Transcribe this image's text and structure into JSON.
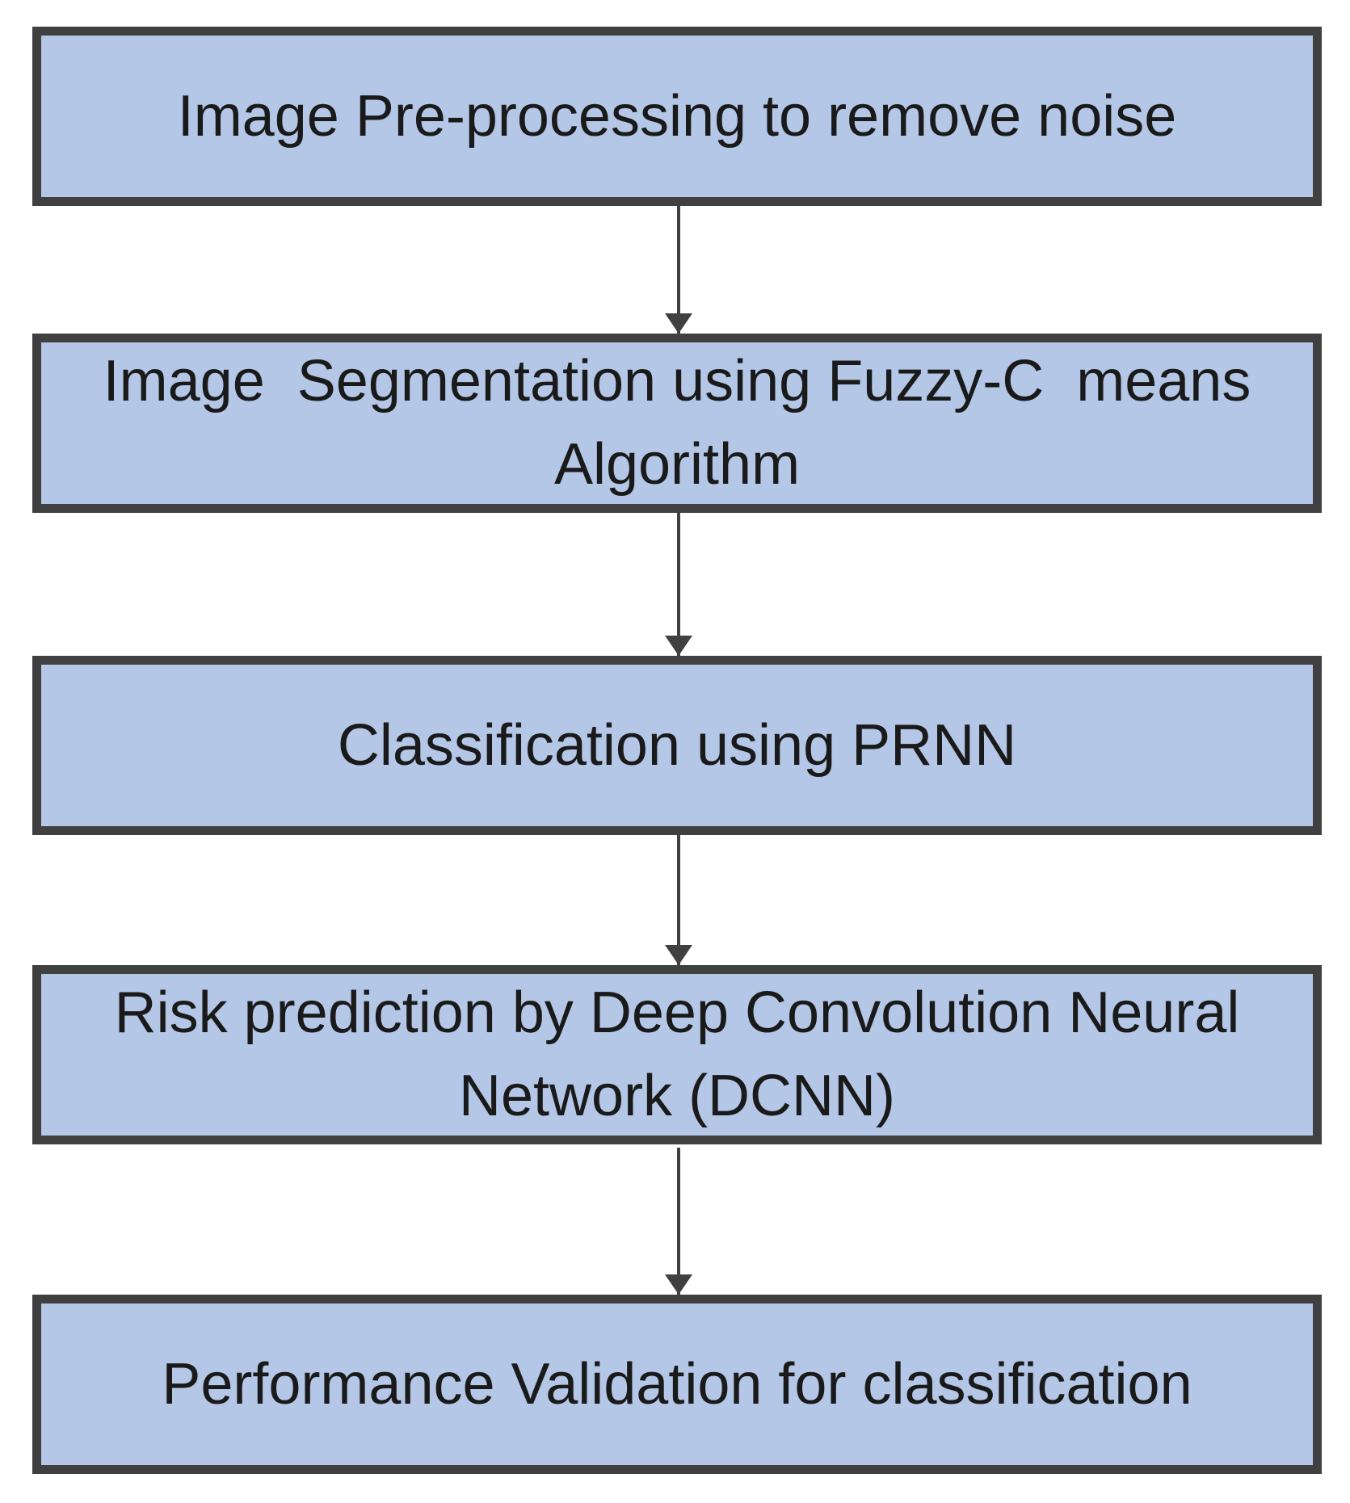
{
  "figure": {
    "type": "flowchart",
    "direction": "top-down",
    "steps": [
      {
        "lines": [
          "Image Pre-processing to remove noise",
          ""
        ]
      },
      {
        "lines": [
          "Image  Segmentation using Fuzzy-C  means",
          "Algorithm"
        ]
      },
      {
        "lines": [
          "Classification using PRNN",
          ""
        ]
      },
      {
        "lines": [
          "Risk prediction by Deep Convolution Neural",
          "Network (DCNN)"
        ]
      },
      {
        "lines": [
          "Performance Validation for classification",
          ""
        ]
      }
    ],
    "connectors": [
      {
        "from": 1,
        "to": 2
      },
      {
        "from": 2,
        "to": 3
      },
      {
        "from": 3,
        "to": 4
      },
      {
        "from": 4,
        "to": 5
      }
    ]
  },
  "colors": {
    "box_fill": "#b4c7e7",
    "box_border": "#404040",
    "arrow": "#404040",
    "text": "#1a1a1a",
    "background": "#ffffff"
  }
}
